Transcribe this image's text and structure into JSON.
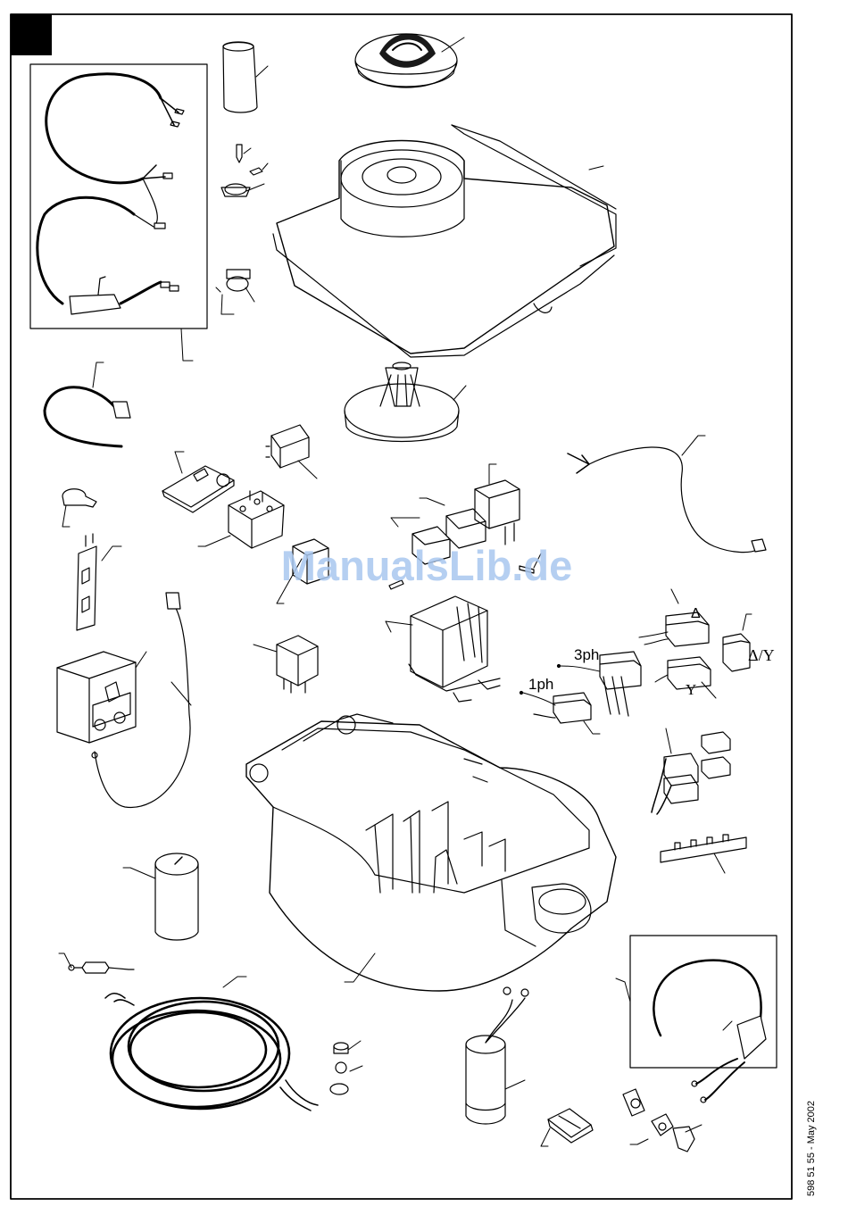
{
  "page": {
    "document_code": "598 51 55 - May 2002",
    "watermark": "ManualsLib.de"
  },
  "wiring_labels": {
    "delta": "Δ",
    "delta_star": "Δ/Y",
    "three_phase": "3ph",
    "star": "Y",
    "single_phase": "1ph"
  },
  "colors": {
    "line": "#000000",
    "watermark": "#a9c7ef",
    "background": "#ffffff"
  }
}
